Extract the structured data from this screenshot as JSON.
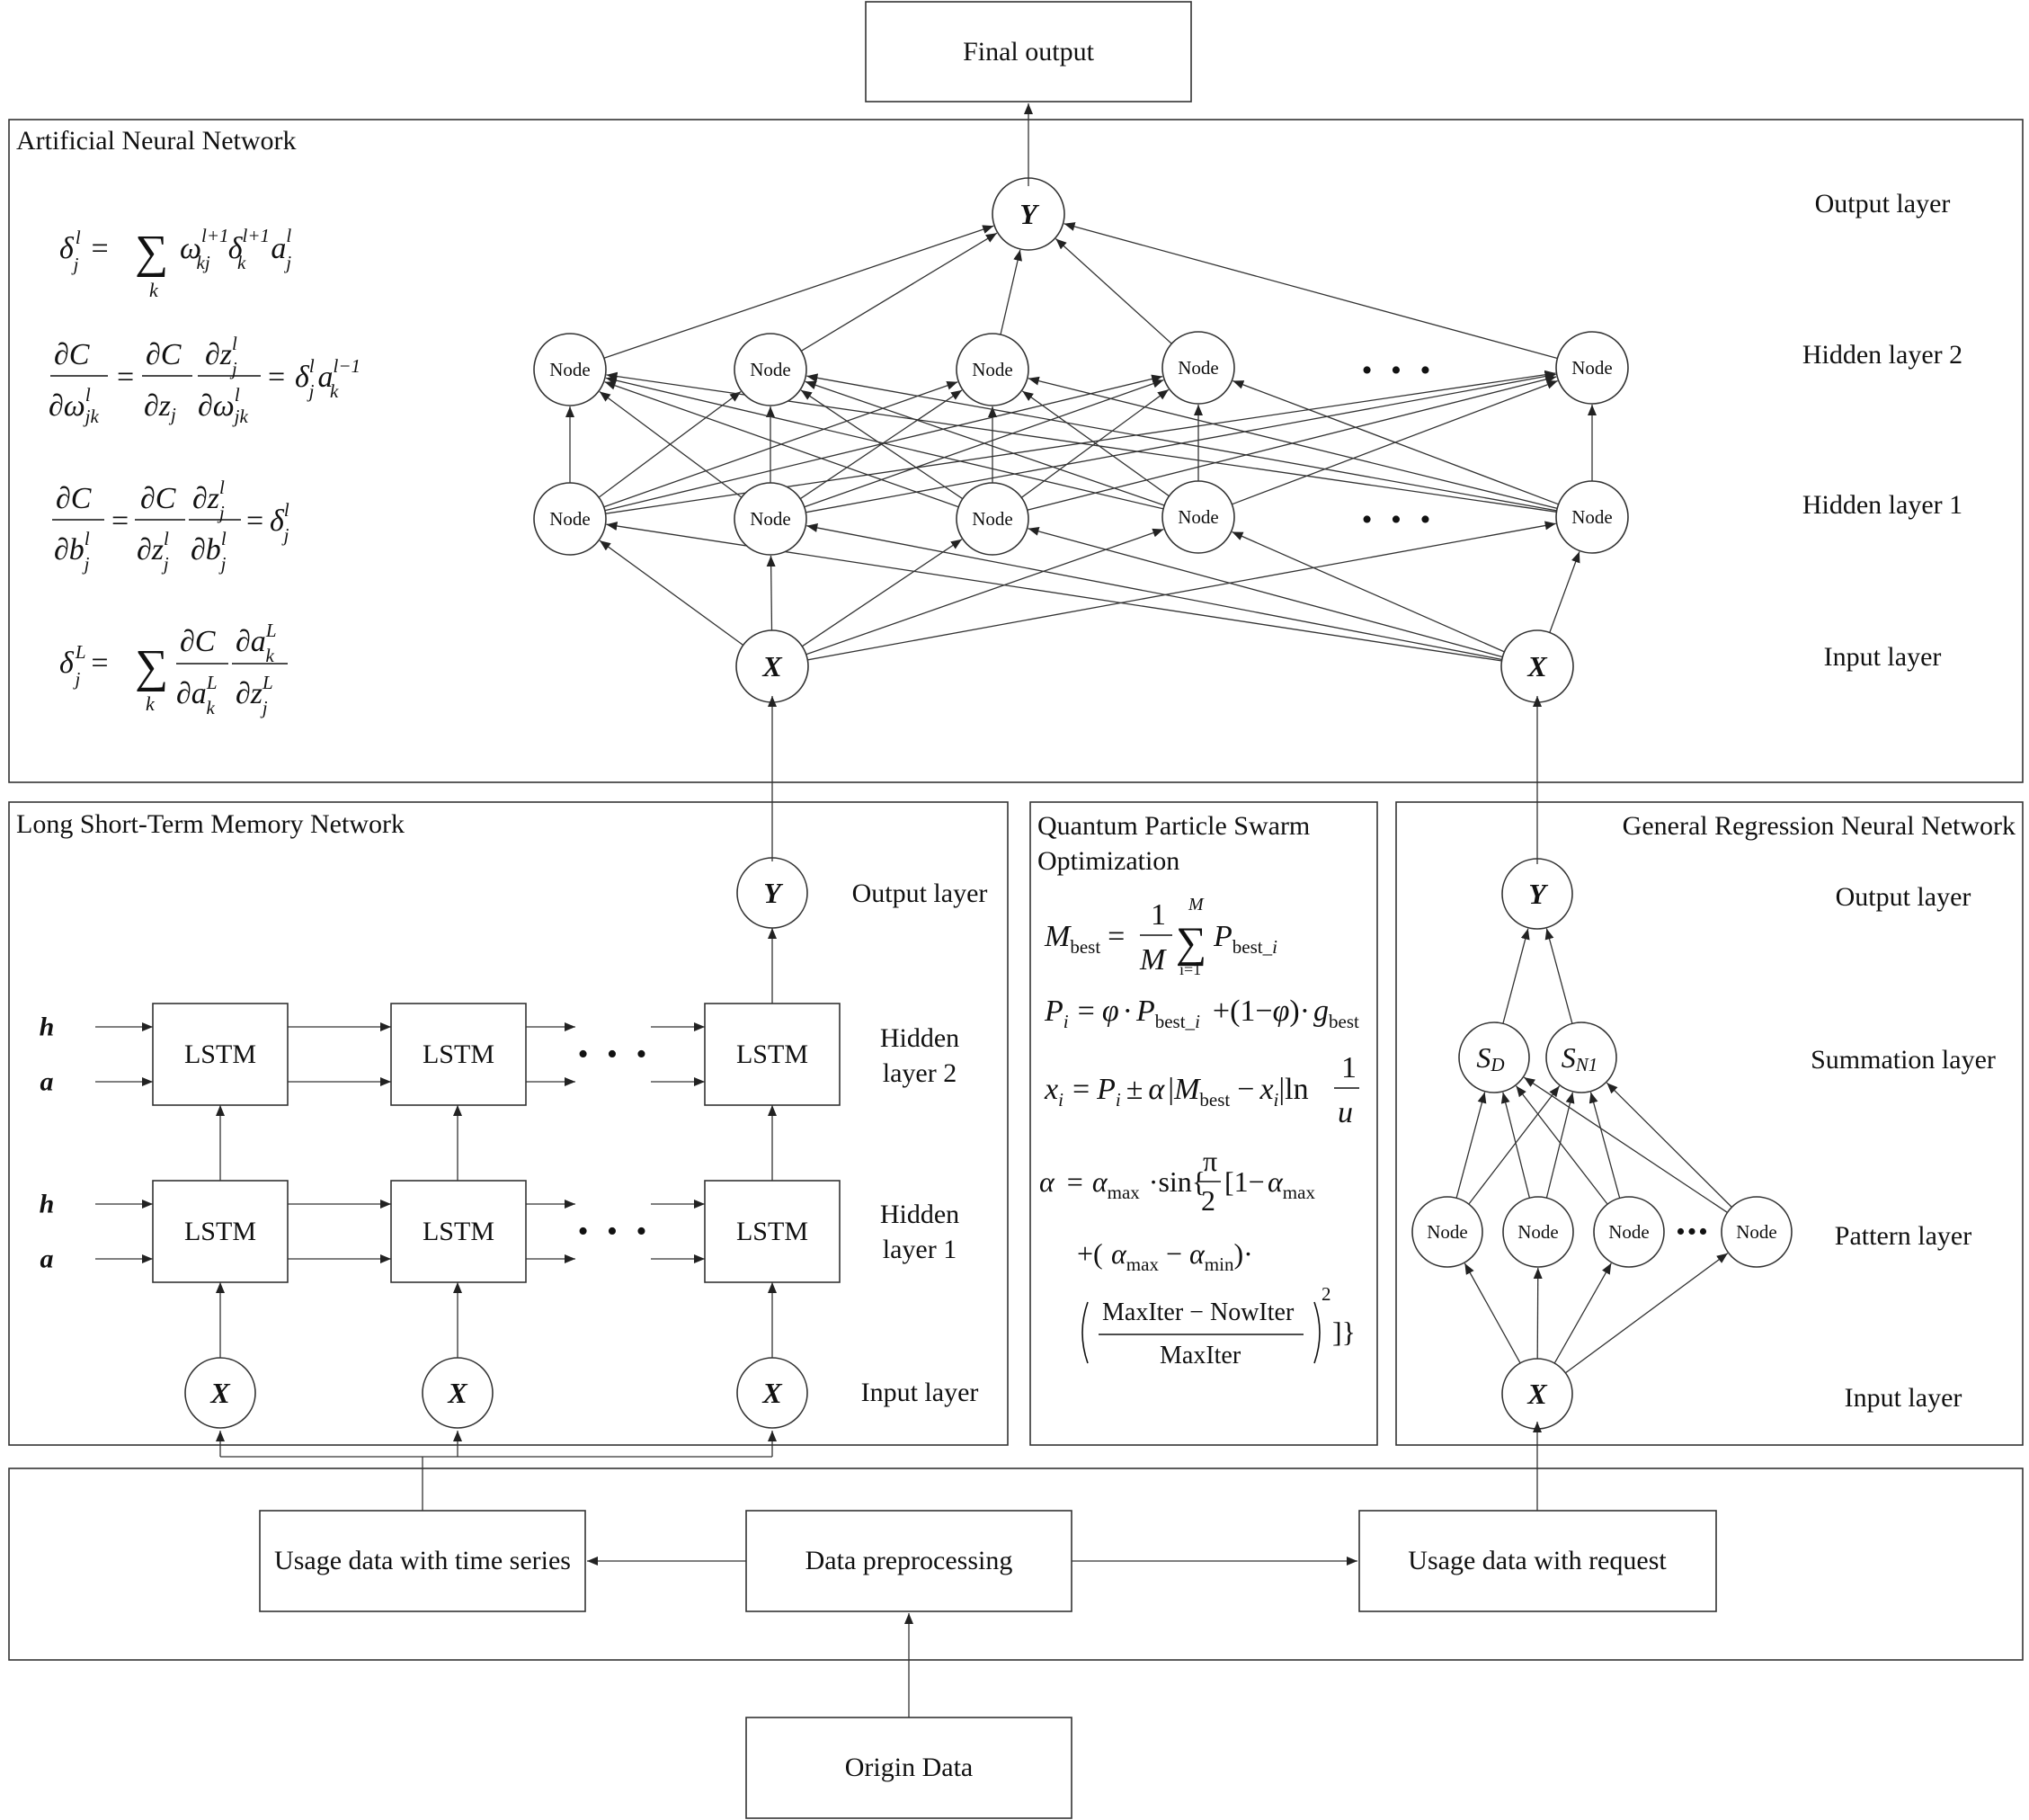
{
  "top": {
    "final_output": "Final output"
  },
  "ann": {
    "title": "Artificial Neural Network",
    "layers": {
      "output": "Output layer",
      "hidden2": "Hidden layer 2",
      "hidden1": "Hidden layer 1",
      "input": "Input layer"
    },
    "node_label": "Node",
    "output_symbol": "Y",
    "input_symbol": "X",
    "ellipsis": "• • •"
  },
  "lstm": {
    "title": "Long Short-Term Memory Network",
    "cell_label": "LSTM",
    "input_symbol": "X",
    "output_symbol": "Y",
    "h_label": "h",
    "a_label": "a",
    "ellipsis": "• • •",
    "layers": {
      "output": "Output layer",
      "hidden2_line1": "Hidden",
      "hidden2_line2": "layer 2",
      "hidden1_line1": "Hidden",
      "hidden1_line2": "layer 1",
      "input": "Input layer"
    }
  },
  "qpso": {
    "title_line1": "Quantum Particle Swarm",
    "title_line2": "Optimization"
  },
  "grnn": {
    "title": "General Regression Neural Network",
    "layers": {
      "output": "Output layer",
      "summation": "Summation layer",
      "pattern": "Pattern layer",
      "input": "Input layer"
    },
    "node_label": "Node",
    "sd_label": "S",
    "sd_sub": "D",
    "sn_label": "S",
    "sn_sub": "N1",
    "output_symbol": "Y",
    "input_symbol": "X",
    "ellipsis": "•••"
  },
  "data": {
    "time_series": "Usage data with time series",
    "preprocessing": "Data preprocessing",
    "request": "Usage data with request",
    "origin": "Origin Data"
  }
}
